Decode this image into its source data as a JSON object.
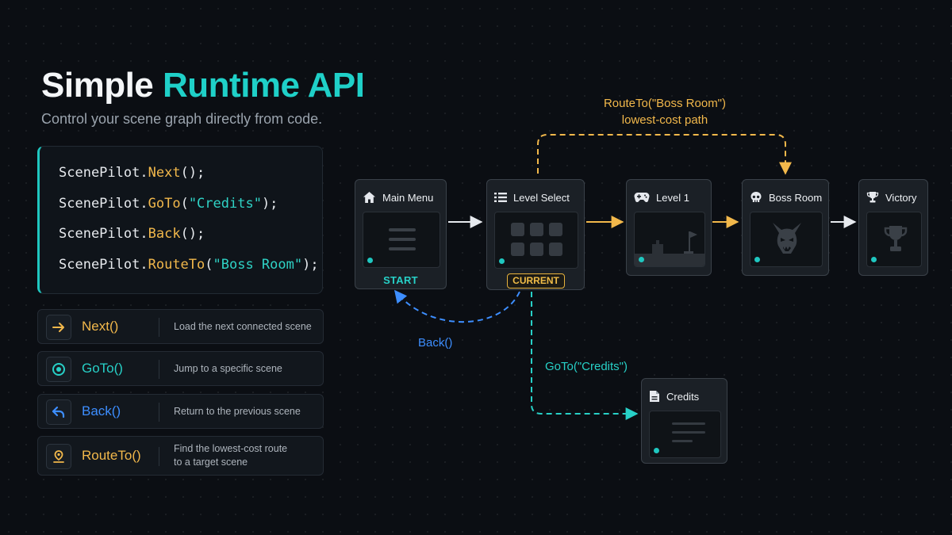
{
  "header": {
    "title_part1": "Simple",
    "title_part2": "Runtime API",
    "subtitle": "Control your scene graph directly from code."
  },
  "code": {
    "lines": [
      {
        "obj": "ScenePilot",
        "dot": ".",
        "method": "Next",
        "open": "(",
        "arg": "",
        "close": ");"
      },
      {
        "obj": "ScenePilot",
        "dot": ".",
        "method": "GoTo",
        "open": "(",
        "arg": "\"Credits\"",
        "close": ");"
      },
      {
        "obj": "ScenePilot",
        "dot": ".",
        "method": "Back",
        "open": "(",
        "arg": "",
        "close": ");"
      },
      {
        "obj": "ScenePilot",
        "dot": ".",
        "method": "RouteTo",
        "open": "(",
        "arg": "\"Boss Room\"",
        "close": ");"
      }
    ]
  },
  "api": [
    {
      "name": "Next()",
      "icon": "arrow-right-icon",
      "color": "#f2b84b",
      "desc1": "Load the next connected scene",
      "desc2": ""
    },
    {
      "name": "GoTo()",
      "icon": "target-icon",
      "color": "#27d0c7",
      "desc1": "Jump to a specific scene",
      "desc2": ""
    },
    {
      "name": "Back()",
      "icon": "return-arrow-icon",
      "color": "#3d8eff",
      "desc1": "Return to the previous scene",
      "desc2": ""
    },
    {
      "name": "RouteTo()",
      "icon": "map-pin-icon",
      "color": "#f2b84b",
      "desc1": "Find the lowest-cost route",
      "desc2": "to a target scene"
    }
  ],
  "graph": {
    "nodes": [
      {
        "id": "main-menu",
        "label": "Main Menu",
        "icon": "home-icon",
        "tag": "START"
      },
      {
        "id": "level-select",
        "label": "Level Select",
        "icon": "list-icon",
        "tag": "CURRENT"
      },
      {
        "id": "level-1",
        "label": "Level 1",
        "icon": "gamepad-icon",
        "tag": ""
      },
      {
        "id": "boss-room",
        "label": "Boss Room",
        "icon": "skull-icon",
        "tag": ""
      },
      {
        "id": "victory",
        "label": "Victory",
        "icon": "trophy-icon",
        "tag": ""
      },
      {
        "id": "credits",
        "label": "Credits",
        "icon": "document-icon",
        "tag": ""
      }
    ],
    "labels": {
      "route_line1": "RouteTo(\"Boss Room\")",
      "route_line2": "lowest-cost path",
      "back": "Back()",
      "goto": "GoTo(\"Credits\")"
    }
  },
  "colors": {
    "teal": "#1fd0c8",
    "amber": "#f2b84b",
    "blue": "#3d8eff",
    "background": "#0b0e13"
  }
}
